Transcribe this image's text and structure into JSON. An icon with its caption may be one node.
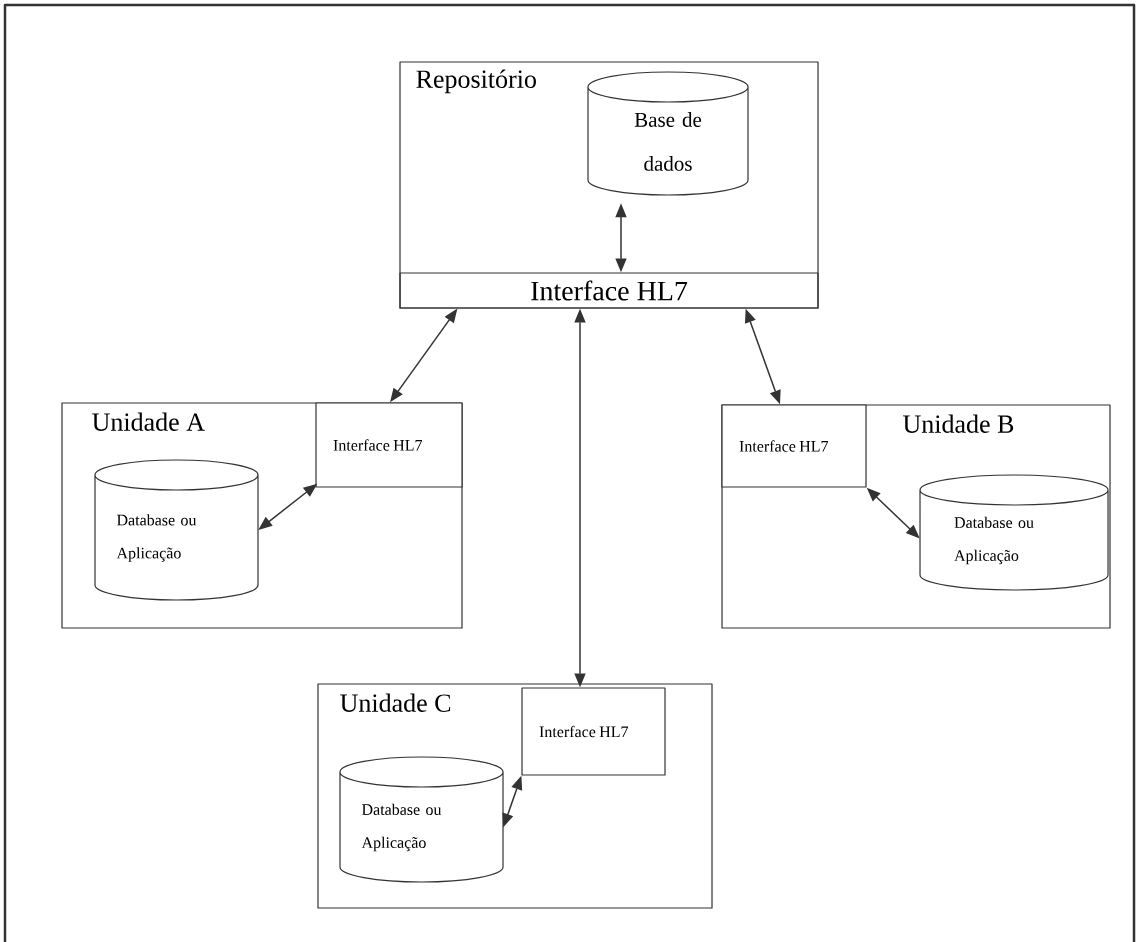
{
  "diagram": {
    "nodes": [
      {
        "text": [
          "Repositório"
        ]
      },
      {
        "text": [
          "Base de dados"
        ],
        "in": 0
      },
      {
        "text": [
          "Interface HL7"
        ],
        "in": 0
      },
      {
        "text": [
          "Unidade A"
        ]
      },
      {
        "text": [
          "Interface HL7"
        ],
        "in": 3
      },
      {
        "text": [
          "Database ou Aplicação"
        ],
        "in": 3
      },
      {
        "text": [
          "Unidade B"
        ]
      },
      {
        "text": [
          "Interface HL7"
        ],
        "in": 6
      },
      {
        "text": [
          "Database ou Aplicação"
        ],
        "in": 6
      },
      {
        "text": [
          "Unidade C"
        ]
      },
      {
        "text": [
          "Interface HL7"
        ],
        "in": 9
      },
      {
        "text": [
          "Database ou Aplicação"
        ],
        "in": 9
      }
    ],
    "edges": [
      {
        "from": 1,
        "to": 2,
        "arrow": "both"
      },
      {
        "from": 2,
        "to": 4,
        "arrow": "both"
      },
      {
        "from": 2,
        "to": 7,
        "arrow": "both"
      },
      {
        "from": 2,
        "to": 10,
        "arrow": "both"
      },
      {
        "from": 4,
        "to": 5,
        "arrow": "both"
      },
      {
        "from": 7,
        "to": 8,
        "arrow": "both"
      },
      {
        "from": 10,
        "to": 11,
        "arrow": "both"
      }
    ]
  }
}
